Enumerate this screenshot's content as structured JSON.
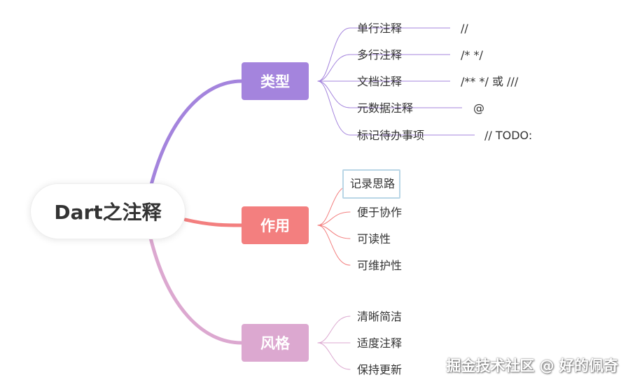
{
  "root": {
    "label": "Dart之注释"
  },
  "branches": [
    {
      "label": "类型",
      "color": "#a484dd",
      "items": [
        {
          "label": "单行注释",
          "detail": "//"
        },
        {
          "label": "多行注释",
          "detail": "/* */"
        },
        {
          "label": "文档注释",
          "detail": "/** */ 或 ///"
        },
        {
          "label": "元数据注释",
          "detail": "@"
        },
        {
          "label": "标记待办事项",
          "detail": "// TODO:"
        }
      ]
    },
    {
      "label": "作用",
      "color": "#f37f7f",
      "items": [
        {
          "label": "记录思路",
          "selected": true
        },
        {
          "label": "便于协作"
        },
        {
          "label": "可读性"
        },
        {
          "label": "可维护性"
        }
      ]
    },
    {
      "label": "风格",
      "color": "#dca8d0",
      "items": [
        {
          "label": "清晰简洁"
        },
        {
          "label": "适度注释"
        },
        {
          "label": "保持更新"
        }
      ]
    }
  ],
  "watermark": "掘金技术社区 @ 好的佩奇"
}
